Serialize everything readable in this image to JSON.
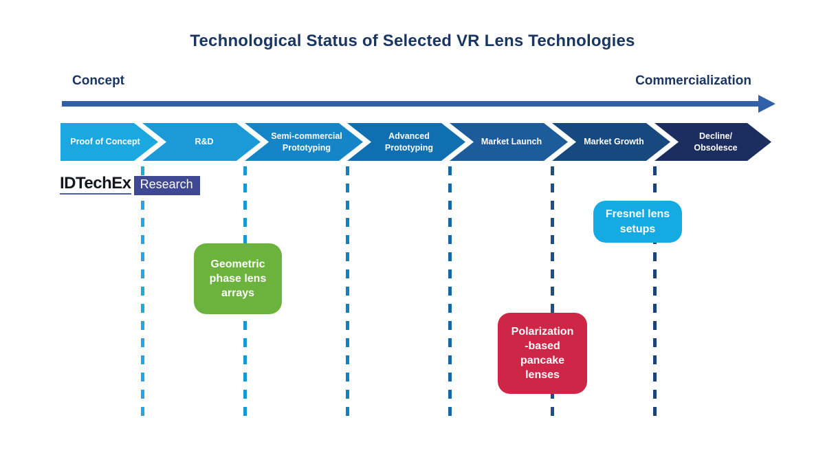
{
  "title": "Technological Status of Selected VR Lens Technologies",
  "axis": {
    "left_label": "Concept",
    "right_label": "Commercialization",
    "arrow_color": "#3160A8",
    "label_color": "#1B3561"
  },
  "logo": {
    "brand": "IDTechEx",
    "suffix": "Research",
    "suffix_bg": "#3E4893",
    "underline_color": "#4A5FA8"
  },
  "stages": [
    {
      "label": "Proof of Concept",
      "color": "#1BA8E1"
    },
    {
      "label": "R&D",
      "color": "#1B9AD7"
    },
    {
      "label": "Semi-commercial\nPrototyping",
      "color": "#1685C7"
    },
    {
      "label": "Advanced\nPrototyping",
      "color": "#0F6FB0"
    },
    {
      "label": "Market Launch",
      "color": "#1D5C9B"
    },
    {
      "label": "Market Growth",
      "color": "#17497E"
    },
    {
      "label": "Decline/\nObsolesce",
      "color": "#1C2E60"
    }
  ],
  "dividers": [
    {
      "color": "#22A7E0"
    },
    {
      "color": "#1A97D3"
    },
    {
      "color": "#1380C0"
    },
    {
      "color": "#1568A6"
    },
    {
      "color": "#1C5188"
    },
    {
      "color": "#1C4377"
    }
  ],
  "boxes": [
    {
      "id": "geometric-phase-lens-arrays",
      "label": "Geometric\nphase lens\narrays",
      "color": "#6CB33E"
    },
    {
      "id": "polarization-based-pancake-lenses",
      "label": "Polarization\n-based\npancake\nlenses",
      "color": "#CE2647"
    },
    {
      "id": "fresnel-lens-setups",
      "label": "Fresnel lens\nsetups",
      "color": "#16AAE3"
    }
  ]
}
